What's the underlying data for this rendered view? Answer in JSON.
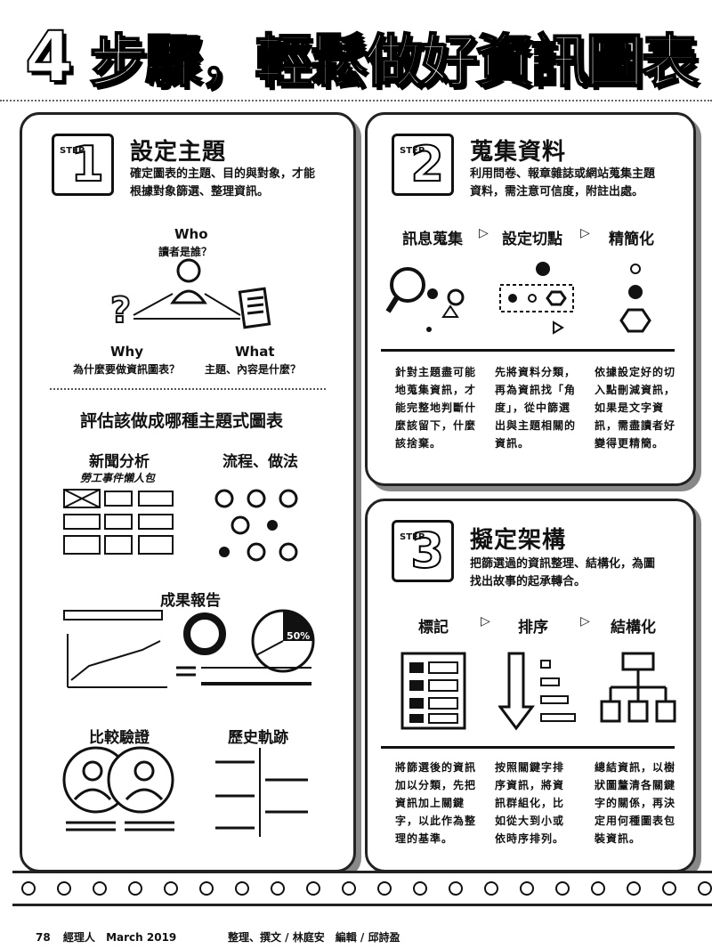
{
  "headline": {
    "number": "4",
    "text": "步驟，輕鬆做好資訊圖表"
  },
  "step1": {
    "badge": "1",
    "badge_side": "STEP",
    "title": "設定主題",
    "desc": [
      "確定圖表的主題、目的與對象，才能",
      "根據對象篩選、整理資訊。"
    ],
    "who_label": "Who",
    "who_sub": "讀者是誰？",
    "why_label": "Why",
    "why_sub": "為什麼要做資訊圖表？",
    "what_label": "What",
    "what_sub": "主題、內容是什麼？",
    "assess_heading": "評估該做成哪種主題式圖表",
    "types": [
      {
        "label": "新聞分析",
        "sub": "勞工事件懶人包"
      },
      {
        "label": "流程、做法"
      },
      {
        "label": "成果報告"
      },
      {
        "label": "比較驗證"
      },
      {
        "label": "歷史軌跡"
      }
    ],
    "pie_label": "50%"
  },
  "step2": {
    "badge": "2",
    "badge_side": "STEP",
    "title": "蒐集資料",
    "desc": [
      "利用問卷、報章雜誌或網站蒐集主題",
      "資料，需注意可信度，附註出處。"
    ],
    "flow": [
      "訊息蒐集",
      "設定切點",
      "精簡化"
    ],
    "arrow": "▷",
    "columns": [
      [
        "針對主題盡可能",
        "地蒐集資訊，才",
        "能完整地判斷什",
        "麼該留下，什麼",
        "該捨棄。"
      ],
      [
        "先將資料分類，",
        "再為資訊找「角",
        "度」，從中篩選",
        "出與主題相關的",
        "資訊。"
      ],
      [
        "依據設定好的切",
        "入點刪減資訊，",
        "如果是文字資",
        "訊，需盡讀者好",
        "變得更精簡。"
      ]
    ]
  },
  "step3": {
    "badge": "3",
    "badge_side": "STEP",
    "title": "擬定架構",
    "desc": [
      "把篩選過的資訊整理、結構化，為圖",
      "找出故事的起承轉合。"
    ],
    "flow": [
      "標記",
      "排序",
      "結構化"
    ],
    "arrow": "▷",
    "columns": [
      [
        "將篩選後的資訊",
        "加以分類，先把",
        "資訊加上關鍵",
        "字，以此作為整",
        "理的基準。"
      ],
      [
        "按照關鍵字排",
        "序資訊，將資",
        "訊群組化，比",
        "如從大到小或",
        "依時序排列。"
      ],
      [
        "總結資訊，以樹",
        "狀圖釐清各關鍵",
        "字的關係，再決",
        "定用何種圖表包",
        "裝資訊。"
      ]
    ]
  },
  "footer": {
    "page": "78",
    "magazine": "經理人",
    "issue": "March 2019",
    "credits": "整理、撰文 / 林庭安　編輯 / 邱詩盈"
  }
}
